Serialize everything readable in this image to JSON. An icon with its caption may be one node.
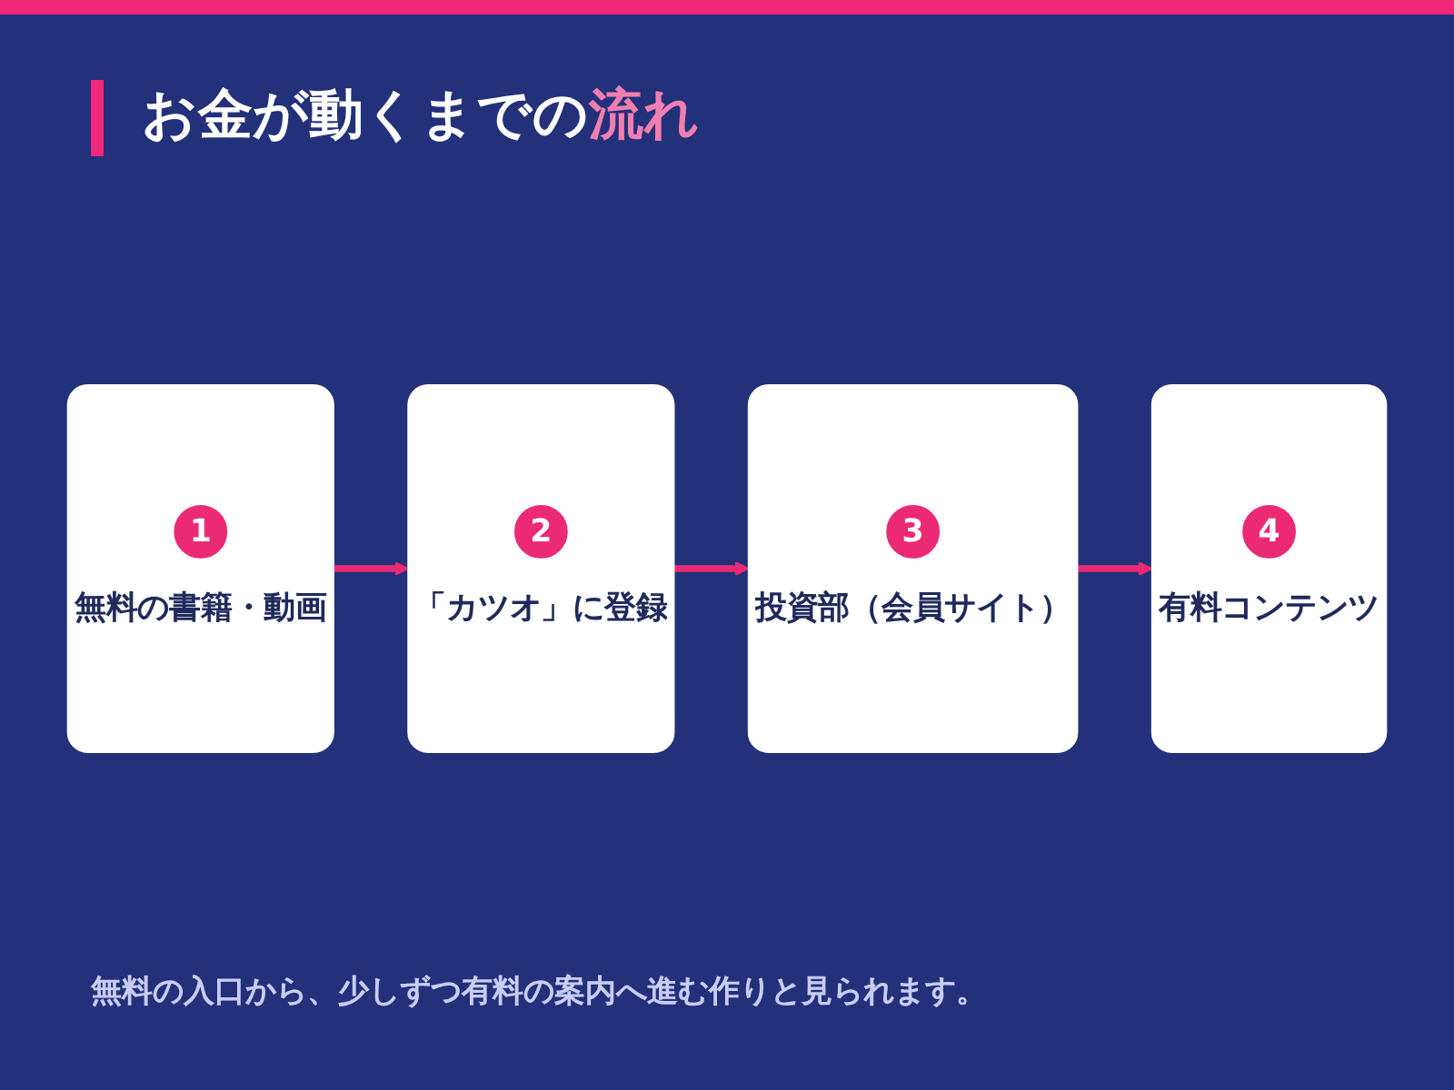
{
  "diagram": {
    "title": "お金が動くまでの流れ",
    "nodes": [
      {
        "text": [
          "無料の書籍・動画"
        ]
      },
      {
        "text": [
          "1"
        ],
        "in": 0
      },
      {
        "text": [
          "「カツオ」に登録"
        ]
      },
      {
        "text": [
          "2"
        ],
        "in": 2
      },
      {
        "text": [
          "投資部（会員サイト）"
        ]
      },
      {
        "text": [
          "3"
        ],
        "in": 4
      },
      {
        "text": [
          "有料コンテンツ"
        ]
      },
      {
        "text": [
          "4"
        ],
        "in": 6
      }
    ],
    "edges": [
      {
        "from": 0,
        "to": 2,
        "arrow": "to"
      },
      {
        "from": 2,
        "to": 4,
        "arrow": "to"
      },
      {
        "from": 4,
        "to": 6,
        "arrow": "to"
      }
    ],
    "caption": "無料の入口から、少しずつ有料の案内へ進む作りと見られます。"
  }
}
